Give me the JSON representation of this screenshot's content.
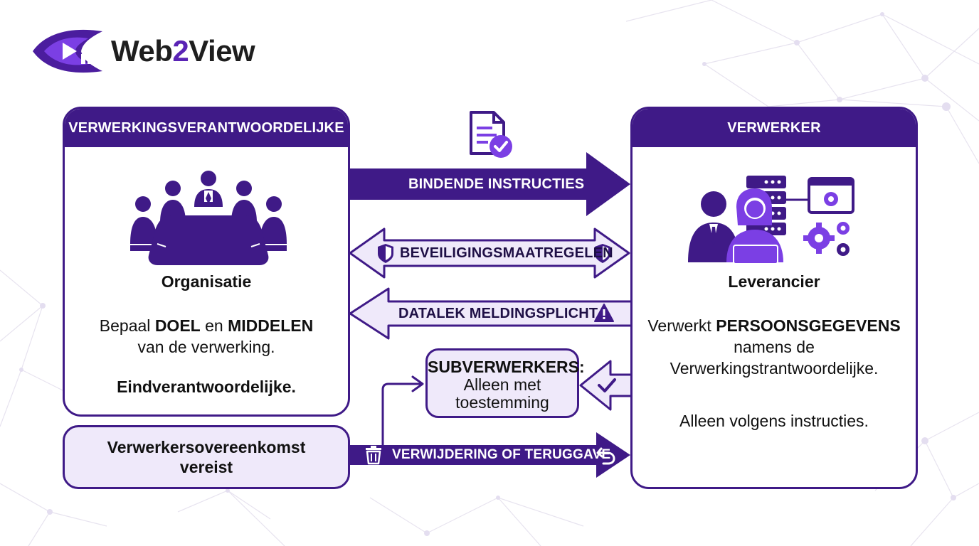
{
  "brand": {
    "name_part1": "Web",
    "name_part2": "2",
    "name_part3": "View"
  },
  "left_panel": {
    "header": "VERWERKINGSVERANTWOORDELIJKE",
    "title": "Organisatie",
    "line1_pre": "Bepaal ",
    "line1_b1": "DOEL",
    "line1_mid": " en ",
    "line1_b2": "MIDDELEN",
    "line2": "van de verwerking.",
    "line3": "Eindverantwoordelijke."
  },
  "right_panel": {
    "header": "VERWERKER",
    "title": "Leverancier",
    "line1_pre": "Verwerkt ",
    "line1_b": "PERSOONSGEGEVENS",
    "line2": "namens de",
    "line3": "Verwerkingstrantwoordelijke.",
    "line4": "Alleen volgens instructies."
  },
  "agreement": {
    "line1": "Verwerkersovereenkomst",
    "line2": "vereist"
  },
  "subprocessors": {
    "title": "SUBVERWERKERS:",
    "line1": "Alleen met",
    "line2": "toestemming"
  },
  "flows": {
    "instructions": "BINDENDE INSTRUCTIES",
    "security": "BEVEILIGINGSMAATREGELEN",
    "breach": "DATALEK MELDINGSPLICHT",
    "deletion": "VERWIJDERING OF TERUGGAVE"
  },
  "icons": {
    "document": "document-check-icon",
    "meeting": "meeting-table-icon",
    "supplier": "supplier-team-server-icon",
    "shield": "shield-icon",
    "warning": "warning-icon",
    "check": "check-icon",
    "trash": "trash-icon",
    "undo": "undo-icon"
  },
  "colors": {
    "primary": "#3f1a87",
    "accent": "#7b3fe4",
    "light": "#efe9fa"
  }
}
